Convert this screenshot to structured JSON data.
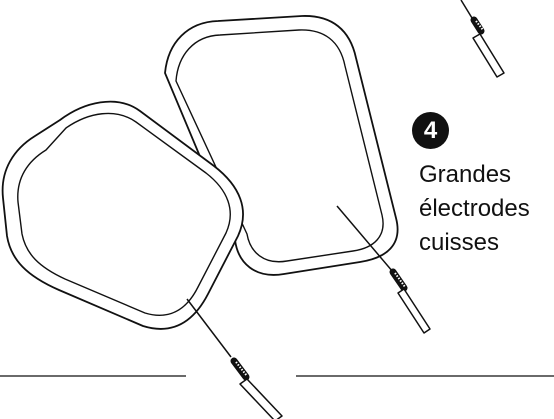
{
  "step": {
    "number": "4",
    "caption_lines": [
      "Grandes",
      "électrodes",
      "cuisses"
    ]
  },
  "colors": {
    "line": "#111111",
    "badge": "#111111",
    "background": "#ffffff"
  }
}
